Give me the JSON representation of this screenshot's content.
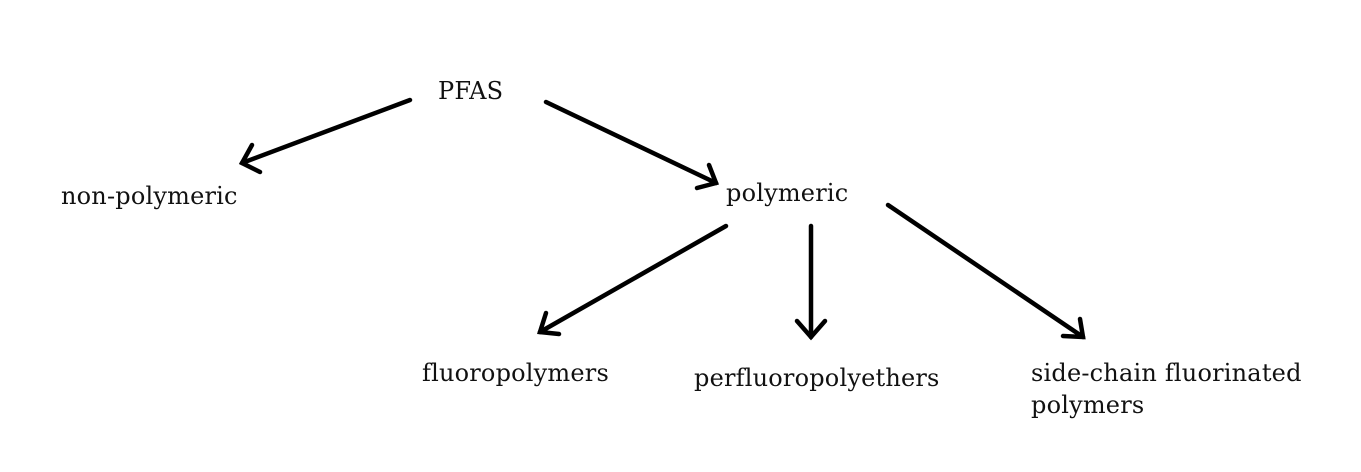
{
  "nodes": {
    "root": "PFAS",
    "non_polymeric": "non-polymeric",
    "polymeric": "polymeric",
    "fluoropolymers": "fluoropolymers",
    "perfluoropolyethers": "perfluoropolyethers",
    "side_chain_line1": "side-chain fluorinated",
    "side_chain_line2": "polymers"
  },
  "colors": {
    "arrow": "#000000",
    "text": "#111111",
    "background": "#ffffff"
  },
  "edges": [
    {
      "from": "PFAS",
      "to": "non-polymeric"
    },
    {
      "from": "PFAS",
      "to": "polymeric"
    },
    {
      "from": "polymeric",
      "to": "fluoropolymers"
    },
    {
      "from": "polymeric",
      "to": "perfluoropolyethers"
    },
    {
      "from": "polymeric",
      "to": "side-chain fluorinated polymers"
    }
  ]
}
